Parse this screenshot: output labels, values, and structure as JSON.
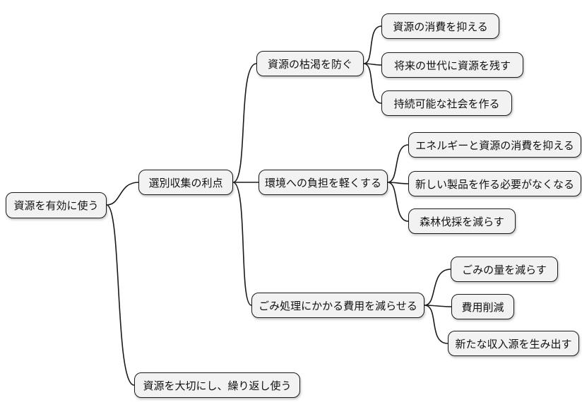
{
  "mindmap": {
    "type": "mindmap-diagram",
    "language": "ja",
    "colors": {
      "background": "#ffffff",
      "node_fill": "#f2f2f2",
      "node_border": "#1a1a1a",
      "connector": "#1a1a1a",
      "text": "#111111"
    },
    "root": {
      "label": "資源を有効に使う",
      "children": [
        {
          "label": "選別収集の利点",
          "children": [
            {
              "label": "資源の枯渇を防ぐ",
              "children": [
                {
                  "label": "資源の消費を抑える"
                },
                {
                  "label": "将来の世代に資源を残す"
                },
                {
                  "label": "持続可能な社会を作る"
                }
              ]
            },
            {
              "label": "環境への負担を軽くする",
              "children": [
                {
                  "label": "エネルギーと資源の消費を抑える"
                },
                {
                  "label": "新しい製品を作る必要がなくなる"
                },
                {
                  "label": "森林伐採を減らす"
                }
              ]
            },
            {
              "label": "ごみ処理にかかる費用を減らせる",
              "children": [
                {
                  "label": "ごみの量を減らす"
                },
                {
                  "label": "費用削減"
                },
                {
                  "label": "新たな収入源を生み出す"
                }
              ]
            }
          ]
        },
        {
          "label": "資源を大切にし、繰り返し使う"
        }
      ]
    }
  }
}
